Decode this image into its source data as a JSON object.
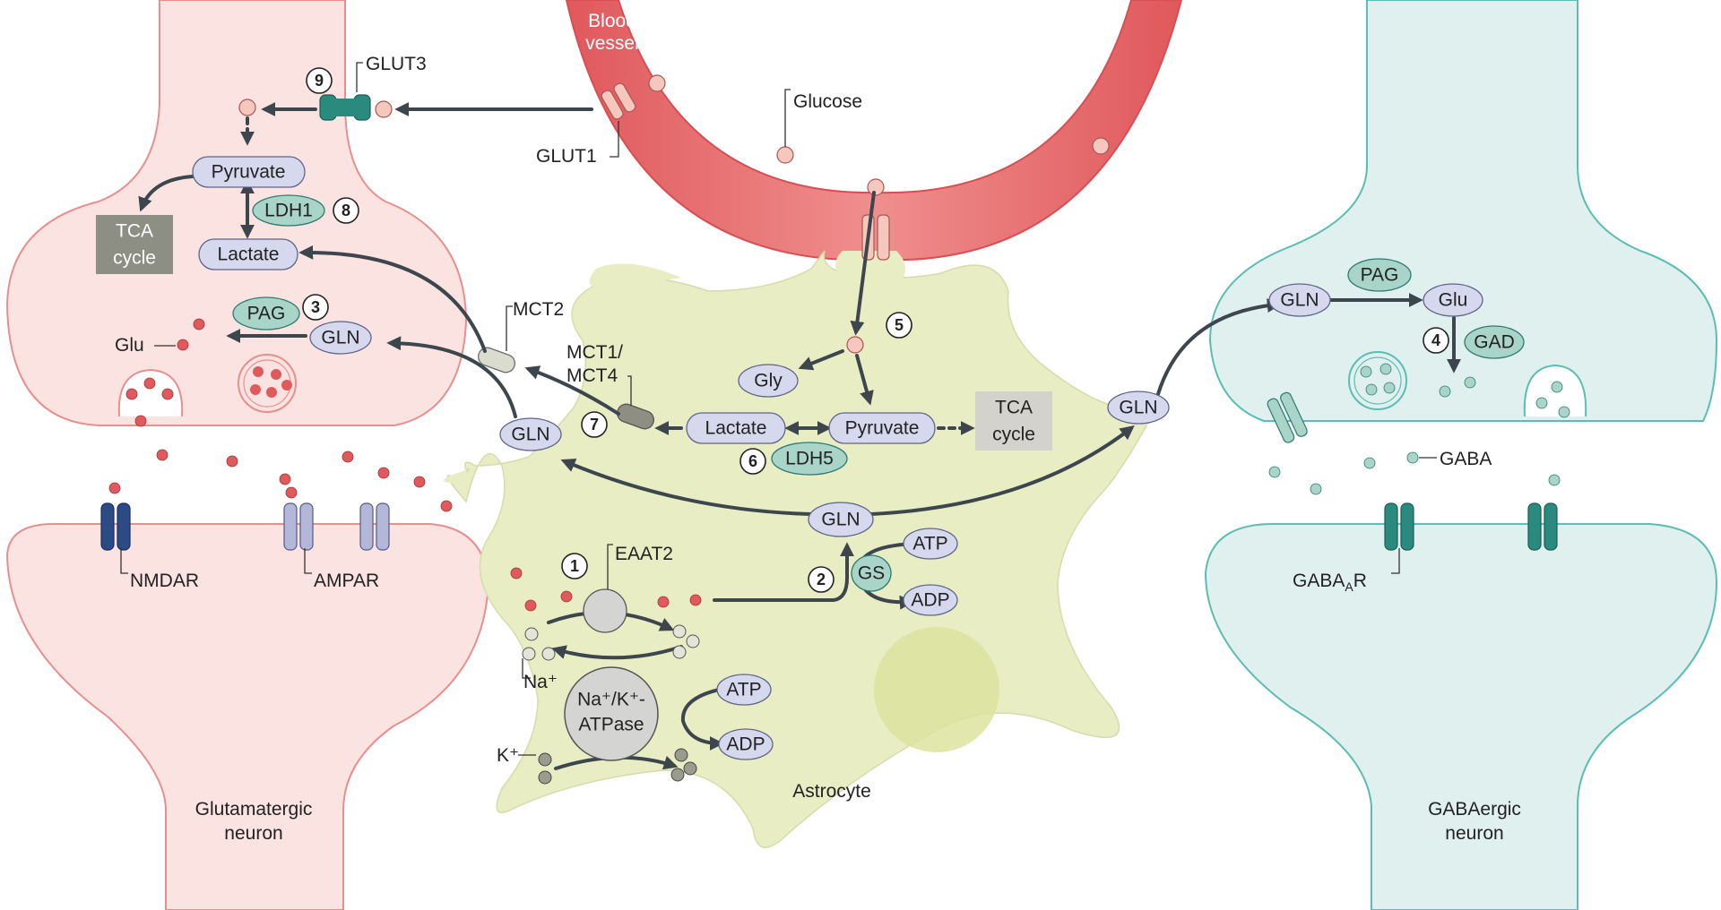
{
  "labels": {
    "blood_vessel": [
      "Blood",
      "vessel"
    ],
    "glucose": "Glucose",
    "glut1": "GLUT1",
    "glut3": "GLUT3",
    "mct2": "MCT2",
    "mct1_mct4": [
      "MCT1/",
      "MCT4"
    ],
    "nmdar": "NMDAR",
    "ampar": "AMPAR",
    "eaat2": "EAAT2",
    "na": "Na⁺",
    "k": "K⁺",
    "gaba": "GABA",
    "gabaar_main": "GABA",
    "gabaar_sub": "A",
    "gabaar_end": "R",
    "astrocyte": "Astrocyte",
    "glu_neuron": [
      "Glutamatergic",
      "neuron"
    ],
    "gaba_neuron": [
      "GABAergic",
      "neuron"
    ],
    "glu_text": "Glu"
  },
  "pills": {
    "pyruvate": "Pyruvate",
    "ldh1": "LDH1",
    "lactate": "Lactate",
    "pag": "PAG",
    "gln": "GLN",
    "gly": "Gly",
    "ldh5": "LDH5",
    "gs": "GS",
    "atp": "ATP",
    "adp": "ADP",
    "glu": "Glu",
    "gad": "GAD",
    "nak_atpase": [
      "Na⁺/K⁺-",
      "ATPase"
    ]
  },
  "tca": [
    "TCA",
    "cycle"
  ],
  "steps": [
    "1",
    "2",
    "3",
    "4",
    "5",
    "6",
    "7",
    "8",
    "9"
  ],
  "colors": {
    "vessel": "#e05d60",
    "vessel_light": "#f1a6a2",
    "glu_neuron": "#fbe3e2",
    "glu_neuron_stroke": "#e88f8e",
    "astrocyte": "#e9edc4",
    "gaba_neuron": "#e0f0ee",
    "gaba_neuron_stroke": "#5bbdb3",
    "pill": "#d6d9ee",
    "enzyme": "#a9d4c8",
    "glutamate": "#e05a5c",
    "tca": "#8d8e84"
  }
}
